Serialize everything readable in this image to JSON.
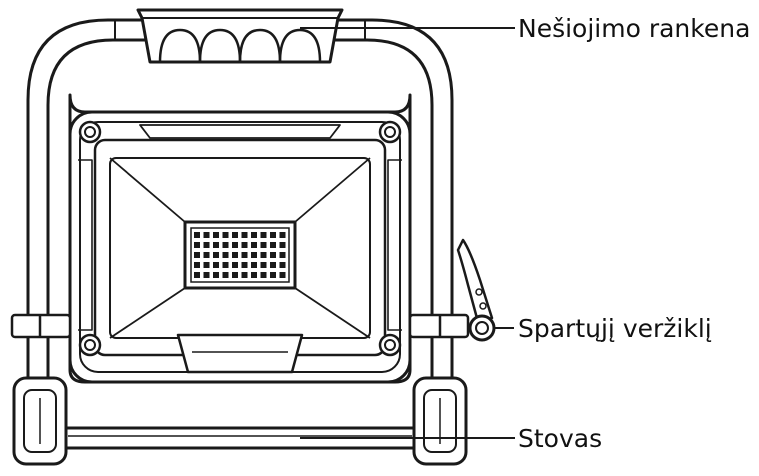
{
  "labels": {
    "handle": "Nešiojimo rankena",
    "quick_release": "Spartųjį veržiklį",
    "stand": "Stovas"
  },
  "colors": {
    "outline": "#1a1a1a",
    "background": "#ffffff"
  }
}
